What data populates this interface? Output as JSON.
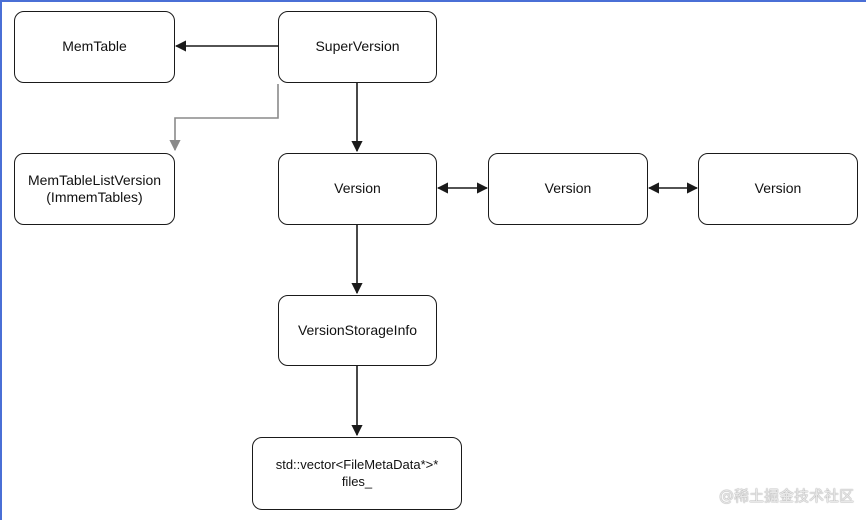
{
  "nodes": {
    "memtable": "MemTable",
    "superversion": "SuperVersion",
    "memtablelistversion_line1": "MemTableListVersion",
    "memtablelistversion_line2": "(ImmemTables)",
    "version_current": "Version",
    "version_prev": "Version",
    "version_next": "Version",
    "versionstorageinfo": "VersionStorageInfo",
    "files_line1": "std::vector<FileMetaData*>*",
    "files_line2": "files_"
  },
  "watermark": "@稀土掘金技术社区",
  "colors": {
    "frame": "#4a6fd6",
    "stroke": "#1a1a1a",
    "secondary_edge": "#8a8a8a"
  }
}
